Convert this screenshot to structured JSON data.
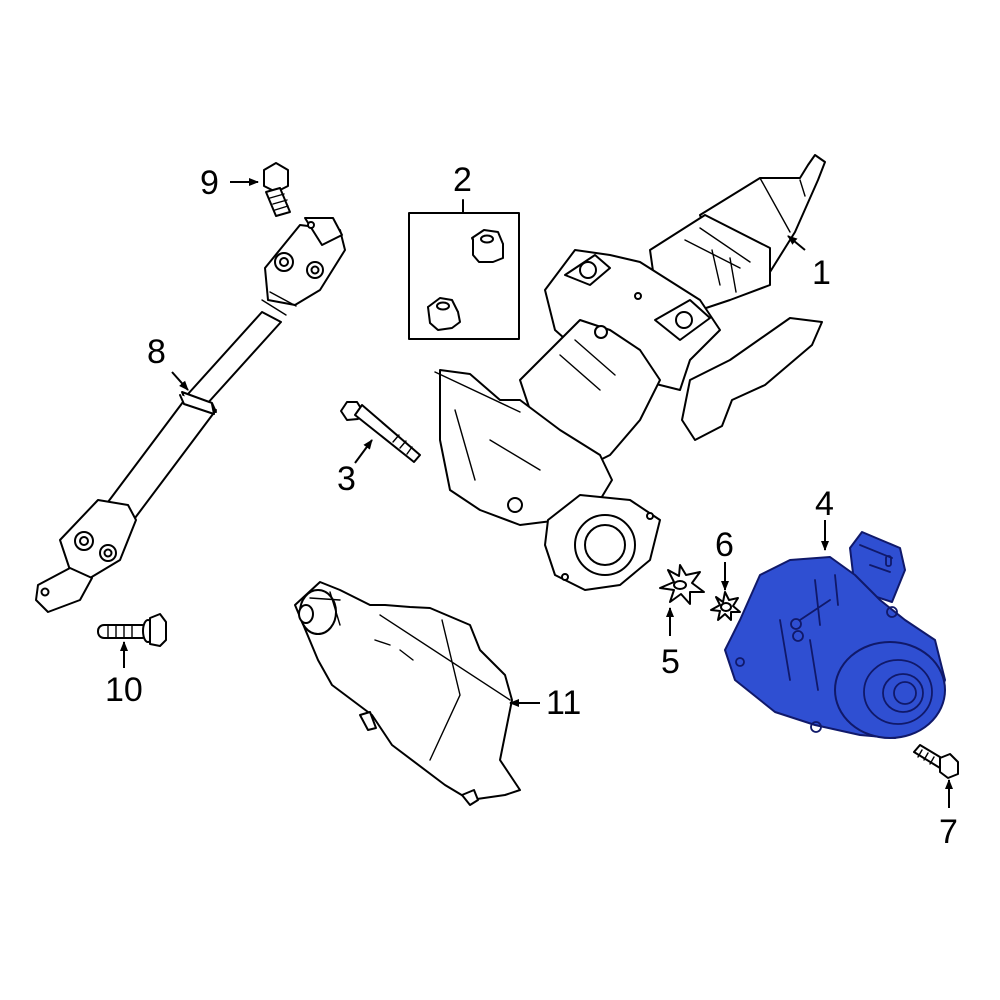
{
  "diagram": {
    "type": "exploded-parts-diagram",
    "subject": "Steering column assembly",
    "highlight_color": "#2f4fd2",
    "line_color": "#000000",
    "background": "#ffffff",
    "parts": [
      {
        "callout": "1",
        "name": "Steering column"
      },
      {
        "callout": "2",
        "name": "Nuts (kit, boxed)"
      },
      {
        "callout": "3",
        "name": "Long bolt"
      },
      {
        "callout": "4",
        "name": "Power steering assist motor",
        "highlighted": true
      },
      {
        "callout": "5",
        "name": "Coupler / spline insert (large)"
      },
      {
        "callout": "6",
        "name": "Coupler / spline insert (small)"
      },
      {
        "callout": "7",
        "name": "Motor bolt"
      },
      {
        "callout": "8",
        "name": "Intermediate shaft"
      },
      {
        "callout": "9",
        "name": "Upper shaft bolt"
      },
      {
        "callout": "10",
        "name": "Lower shaft bolt"
      },
      {
        "callout": "11",
        "name": "Column shield / cover"
      }
    ]
  }
}
